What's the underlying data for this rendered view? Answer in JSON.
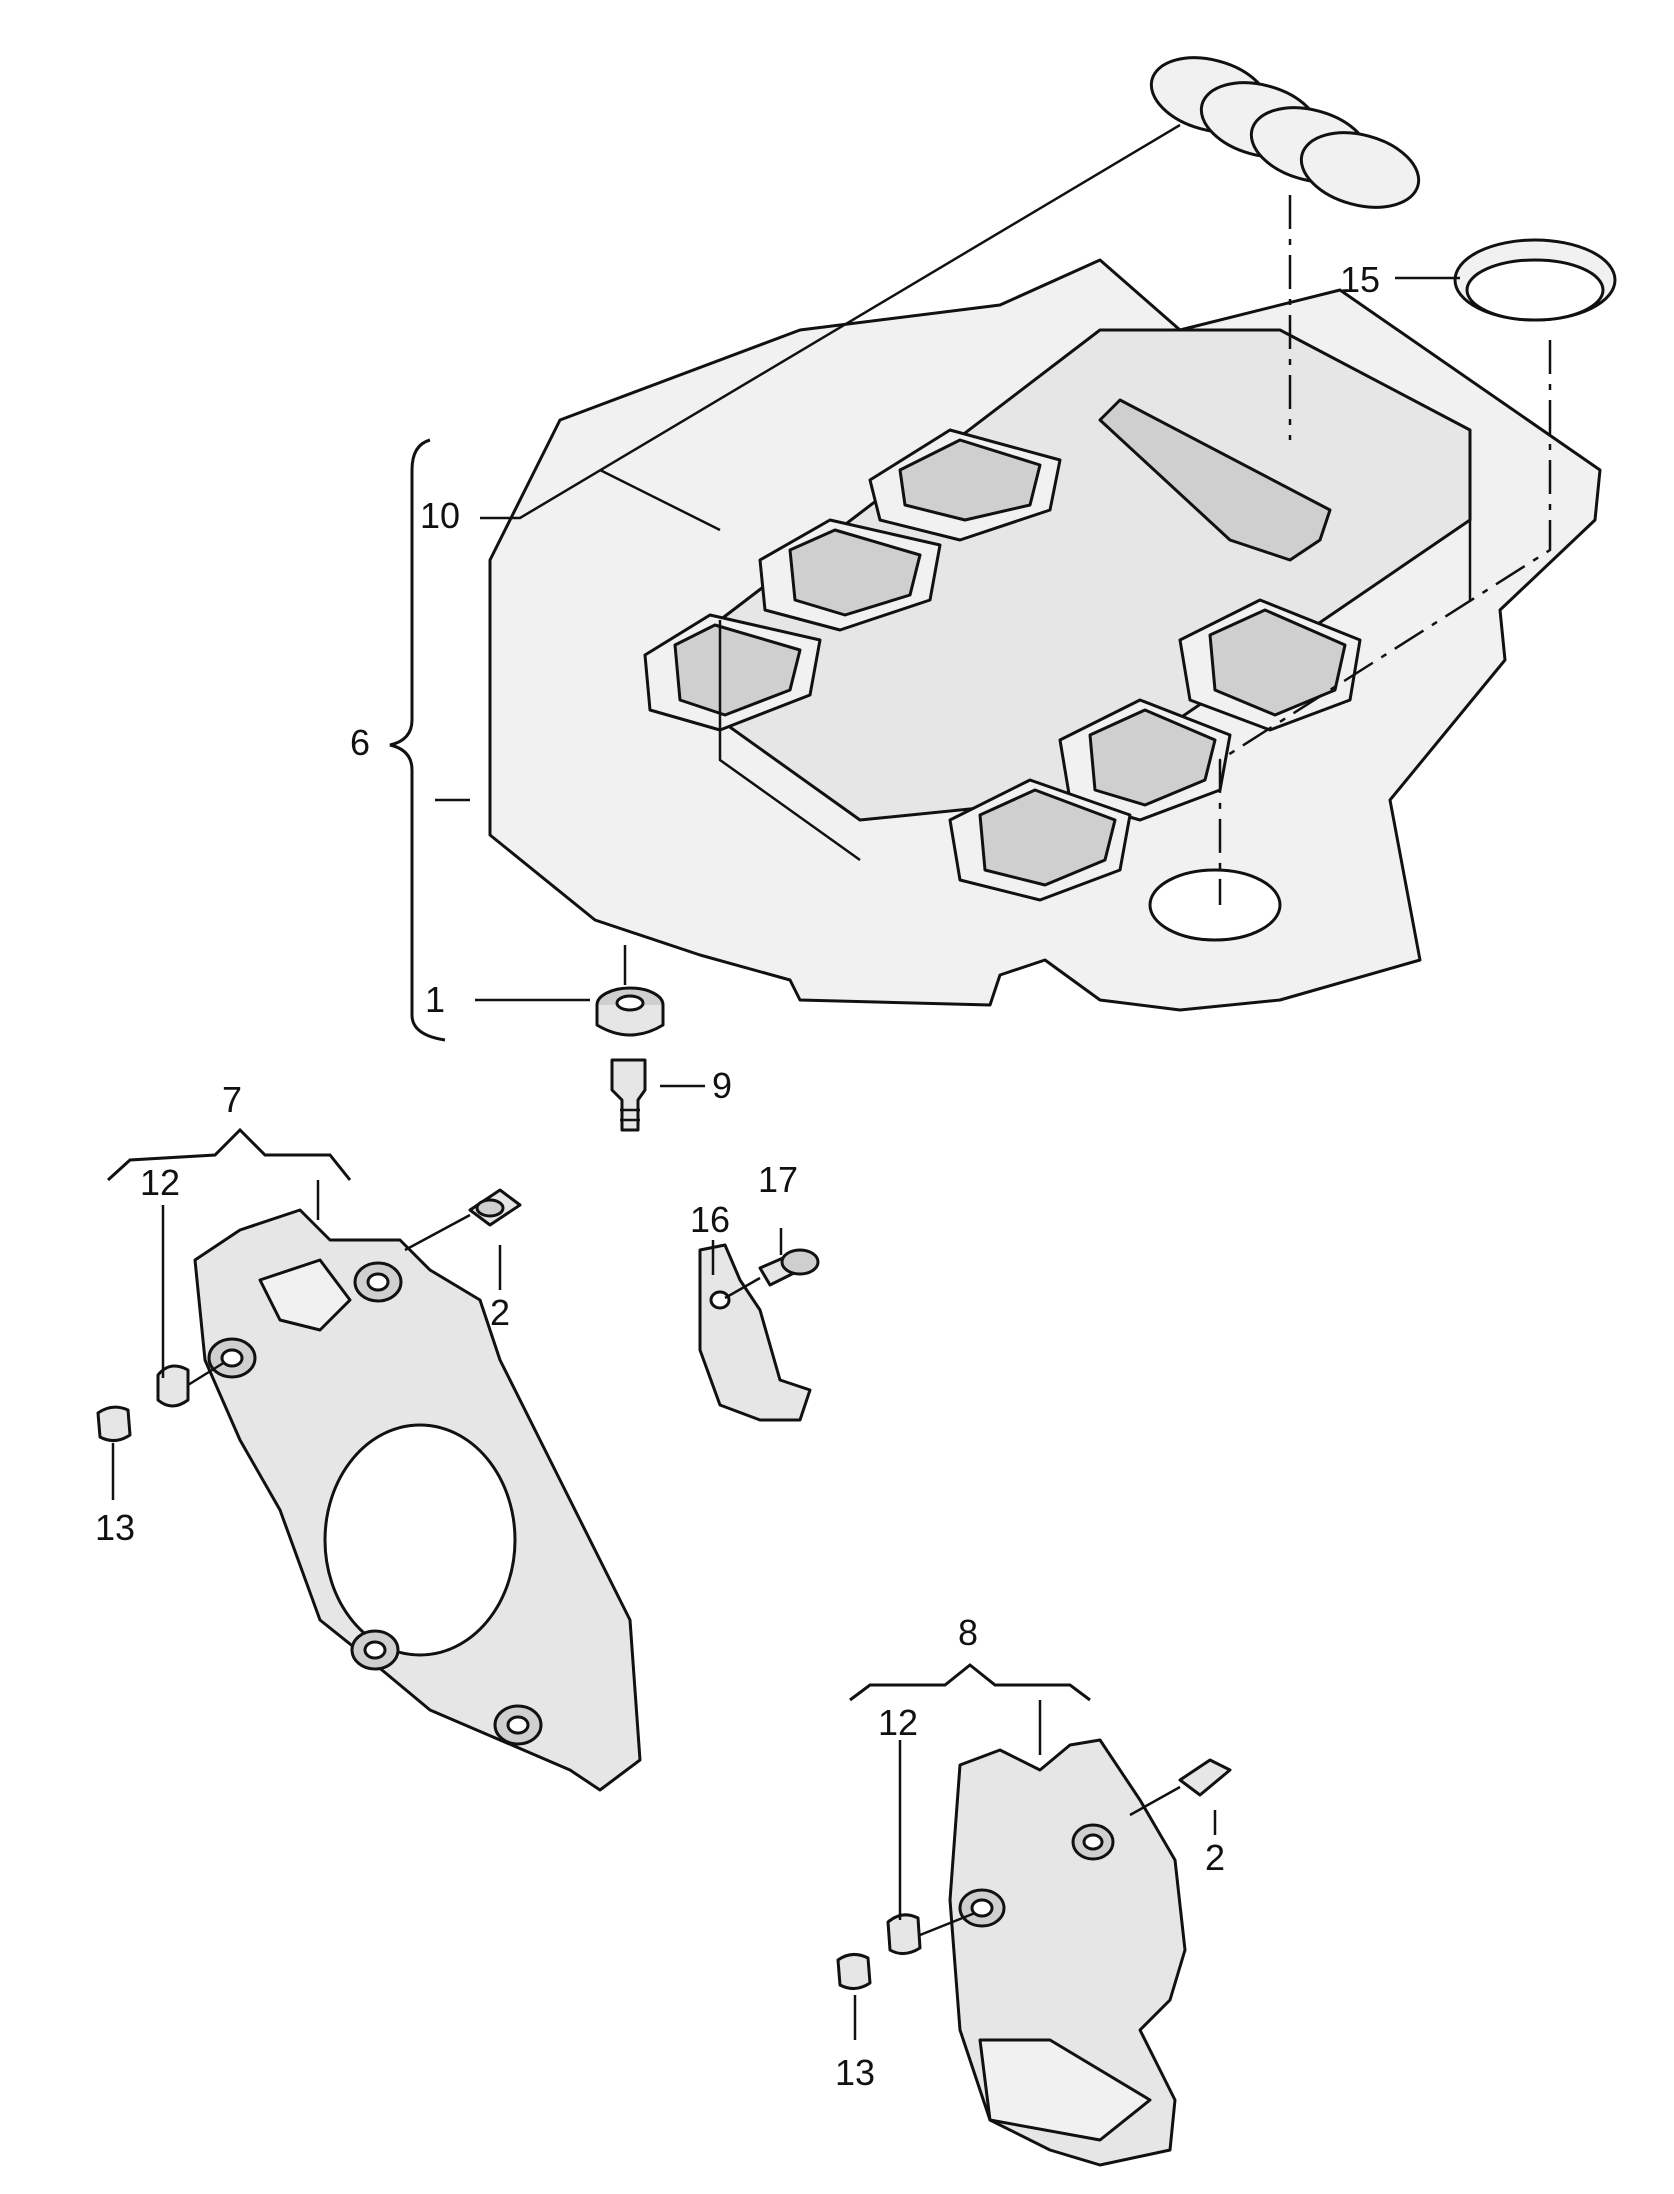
{
  "labels": {
    "l1": "1",
    "l2a": "2",
    "l2b": "2",
    "l6": "6",
    "l7": "7",
    "l8": "8",
    "l9": "9",
    "l10": "10",
    "l12a": "12",
    "l12b": "12",
    "l13a": "13",
    "l13b": "13",
    "l15": "15",
    "l16": "16",
    "l17": "17"
  }
}
